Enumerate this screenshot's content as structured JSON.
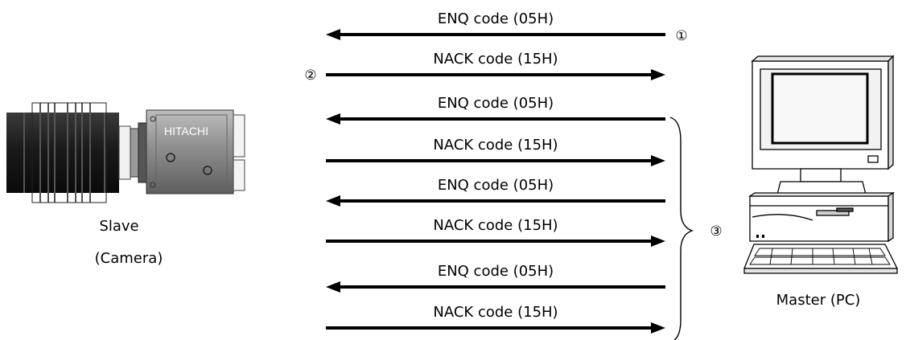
{
  "slave": {
    "line1": "Slave",
    "line2": "(Camera)",
    "brand": "HITACHI"
  },
  "master": {
    "label": "Master (PC)"
  },
  "markers": {
    "m1": "①",
    "m2": "②",
    "m3": "③"
  },
  "messages": [
    {
      "text": "ENQ code (05H)",
      "direction": "to-slave"
    },
    {
      "text": "NACK code (15H)",
      "direction": "to-master"
    },
    {
      "text": "ENQ code (05H)",
      "direction": "to-slave"
    },
    {
      "text": "NACK code (15H)",
      "direction": "to-master"
    },
    {
      "text": "ENQ code (05H)",
      "direction": "to-slave"
    },
    {
      "text": "NACK code (15H)",
      "direction": "to-master"
    },
    {
      "text": "ENQ code (05H)",
      "direction": "to-slave"
    },
    {
      "text": "NACK code (15H)",
      "direction": "to-master"
    }
  ]
}
